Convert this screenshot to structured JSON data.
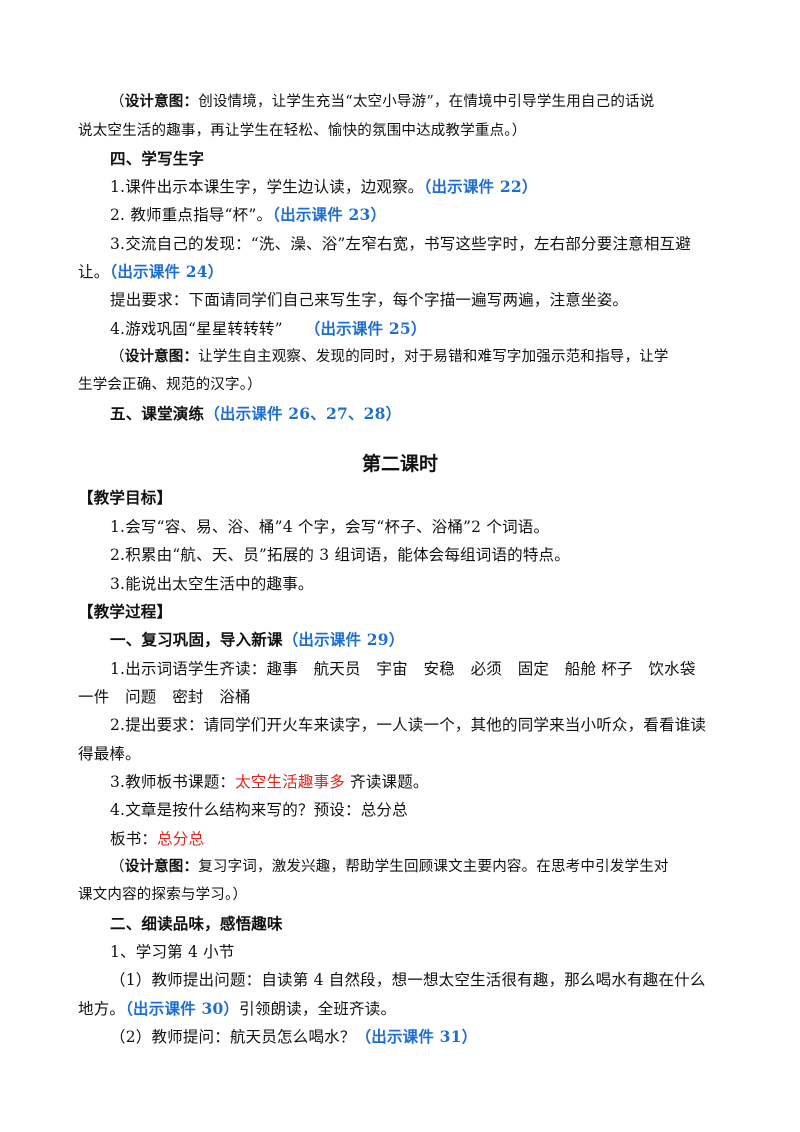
{
  "top": {
    "design1_l1_pre": "（",
    "design1_label": "设计意图：",
    "design1_l1_rest": "创设情境，让学生充当“太空小导游”，在情境中引导学生用自己的话说",
    "design1_l2": "说太空生活的趣事，再让学生在轻松、愉快的氛围中达成教学重点。）",
    "sec4_title": "四、学写生字",
    "l1": "1.课件出示本课生字，学生边认读，边观察。",
    "l1_tag": "（出示课件 22）",
    "l2": "2. 教师重点指导“杯”。",
    "l2_tag": "（出示课件 23）",
    "l3a": "3.交流自己的发现：“洗、澡、浴”左窄右宽，书写这些字时，左右部分要注意相互避",
    "l3b": "让。",
    "l3_tag": "（出示课件 24）",
    "req": "提出要求：下面请同学们自己来写生字，每个字描一遍写两遍，注意坐姿。",
    "l4": "4.游戏巩固“星星转转转”",
    "l4_tag": "（出示课件 25）",
    "design2_pre": "（",
    "design2_label": "设计意图：",
    "design2_rest": "让学生自主观察、发现的同时，对于易错和难写字加强示范和指导，让学",
    "design2_l2": "生学会正确、规范的汉字。）",
    "sec5_title": "五、课堂演练",
    "sec5_tag": "（出示课件 26、27、28）"
  },
  "lesson2": {
    "title": "第二课时",
    "goals_head": "【教学目标】",
    "g1": "1.会写“容、易、浴、桶”4 个字，会写“杯子、浴桶”2 个词语。",
    "g2": "2.积累由“航、天、员”拓展的 3 组词语，能体会每组词语的特点。",
    "g3": "3.能说出太空生活中的趣事。",
    "process_head": "【教学过程】",
    "s1_title": "一、复习巩固，导入新课",
    "s1_tag": "（出示课件 29）",
    "p1a": "1.出示词语学生齐读：趣事　航天员　宇宙　安稳　必须　固定　船舱 杯子　饮水袋",
    "p1b": "一件　问题　密封　浴桶",
    "p2a": "2.提出要求：请同学们开火车来读字，一人读一个，其他的同学来当小听众，看看谁读",
    "p2b": "得最棒。",
    "p3_pre": "3.教师板书课题：",
    "p3_red": "太空生活趣事多",
    "p3_post": " 齐读课题。",
    "p4": "4.文章是按什么结构来写的？预设：总分总",
    "board_pre": "板书：",
    "board_red": "总分总",
    "design3_pre": "（",
    "design3_label": "设计意图：",
    "design3_rest": "复习字词，激发兴趣，帮助学生回顾课文主要内容。在思考中引发学生对",
    "design3_l2": "课文内容的探索与学习。）",
    "s2_title": "二、细读品味，感悟趣味",
    "s2_sub": "1、学习第 4 小节",
    "q1a": "（1）教师提出问题：自读第 4 自然段，想一想太空生活很有趣，那么喝水有趣在什么",
    "q1b": "地方。",
    "q1_tag": "（出示课件 30）",
    "q1_post": "引领朗读，全班齐读。",
    "q2": "（2）教师提问：航天员怎么喝水？",
    "q2_tag": "（出示课件 31）"
  }
}
